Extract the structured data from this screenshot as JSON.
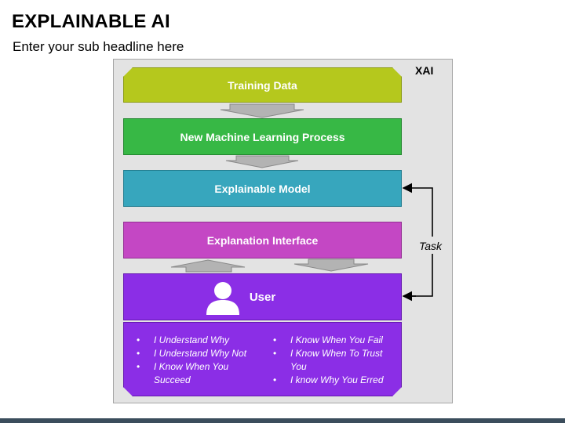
{
  "header": {
    "title": "EXPLAINABLE AI",
    "subtitle": "Enter your sub headline here"
  },
  "diagram": {
    "container_label": "XAI",
    "layers": {
      "training_data": "Training Data",
      "ml_process": "New Machine Learning Process",
      "explainable_model": "Explainable Model",
      "explanation_interface": "Explanation Interface",
      "user": "User"
    },
    "feedback_label": "Task",
    "benefits_left": [
      "I Understand Why",
      "I Understand Why Not",
      "I Know When You Succeed"
    ],
    "benefits_right": [
      "I Know When You Fail",
      "I Know When To Trust You",
      "I know Why You Erred"
    ],
    "user_icon": "person-icon"
  },
  "colors": {
    "training": "#b5c81d",
    "ml_process": "#37b845",
    "model": "#37a6bd",
    "interface": "#c447c4",
    "user": "#8b2ee6",
    "panel": "#e3e3e3",
    "arrow": "#a6a6a6"
  }
}
